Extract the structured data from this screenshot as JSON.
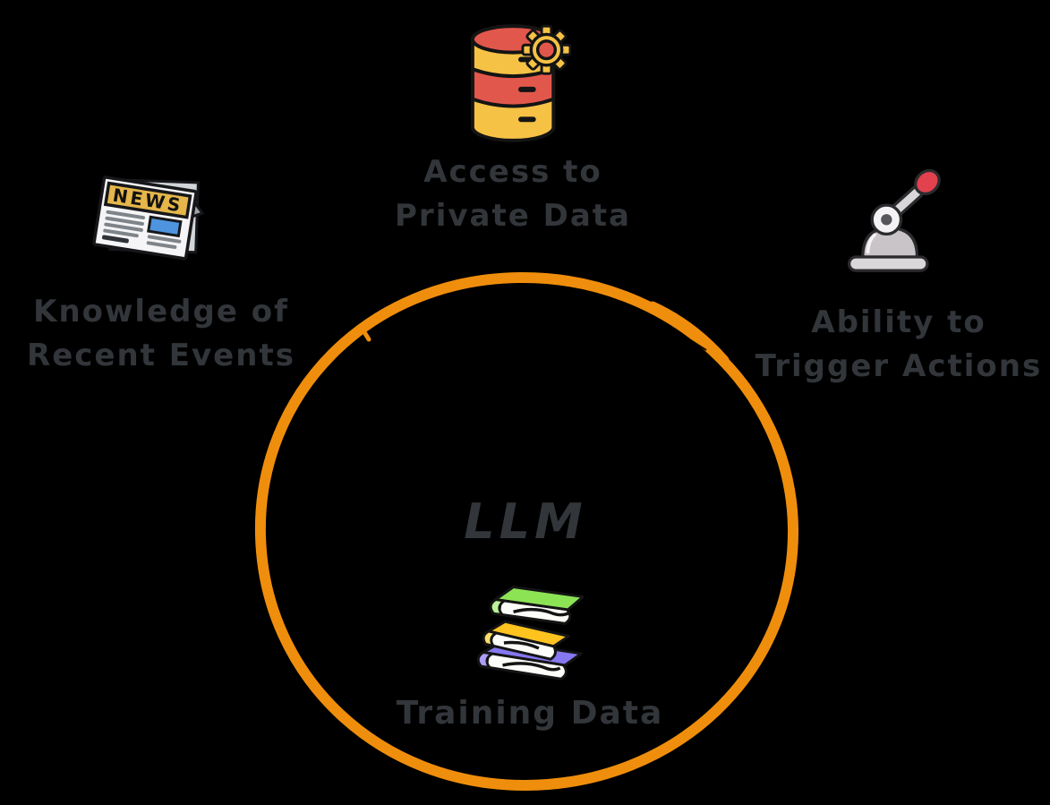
{
  "colors": {
    "background": "#000000",
    "circle": "#EF8E0C",
    "text": "#32363A"
  },
  "palette": {
    "database_red": "#E2574C",
    "database_yellow": "#F6C245",
    "news_banner_gold": "#E5B64A",
    "news_photo_blue": "#4F94DE",
    "lever_knob_red": "#E2414E",
    "lever_gray": "#C8C4C8",
    "book_green": "#8CE455",
    "book_yellow": "#FFC31F",
    "book_purple": "#8678F0"
  },
  "center": {
    "title": "LLM",
    "caption": "Training Data"
  },
  "newspaper": {
    "headline": "NEWS"
  },
  "capabilities": [
    {
      "id": "private-data",
      "line1": "Access to",
      "line2": "Private Data",
      "icon": "database-gear-icon"
    },
    {
      "id": "recent-events",
      "line1": "Knowledge of",
      "line2": "Recent Events",
      "icon": "newspaper-icon"
    },
    {
      "id": "trigger-actions",
      "line1": "Ability to",
      "line2": "Trigger Actions",
      "icon": "lever-icon"
    }
  ]
}
